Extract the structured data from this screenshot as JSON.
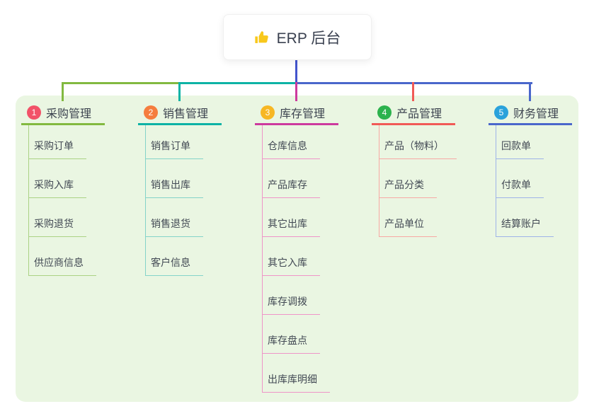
{
  "root": {
    "label": "ERP 后台",
    "icon": "thumbs-up-icon",
    "icon_color": "#f8c81c"
  },
  "canvas": {
    "background_color": "#ffffff",
    "panel_color": "#eaf6e2"
  },
  "connector": {
    "root_drop_color": "#4355cd",
    "segment_colors": [
      "#82b940",
      "#0db3a5",
      "#4a67cb"
    ]
  },
  "branches": [
    {
      "badge": "1",
      "label": "采购管理",
      "badge_color": "#f25268",
      "line_color": "#82b940",
      "child_line_color": "#abd284",
      "children": [
        "采购订单",
        "采购入库",
        "采购退货",
        "供应商信息"
      ]
    },
    {
      "badge": "2",
      "label": "销售管理",
      "badge_color": "#f57d3e",
      "line_color": "#0db3a5",
      "child_line_color": "#84d3c9",
      "children": [
        "销售订单",
        "销售出库",
        "销售退货",
        "客户信息"
      ]
    },
    {
      "badge": "3",
      "label": "库存管理",
      "badge_color": "#f7b723",
      "line_color": "#cd3a9e",
      "child_line_color": "#ef94c8",
      "children": [
        "仓库信息",
        "产品库存",
        "其它出库",
        "其它入库",
        "库存调拨",
        "库存盘点",
        "出库库明细"
      ]
    },
    {
      "badge": "4",
      "label": "产品管理",
      "badge_color": "#2cb24d",
      "line_color": "#f15a56",
      "child_line_color": "#f7a8a4",
      "children": [
        "产品（物料）",
        "产品分类",
        "产品单位"
      ]
    },
    {
      "badge": "5",
      "label": "财务管理",
      "badge_color": "#2aa2db",
      "line_color": "#4a67cb",
      "child_line_color": "#9eb3e8",
      "children": [
        "回款单",
        "付款单",
        "结算账户"
      ]
    }
  ]
}
